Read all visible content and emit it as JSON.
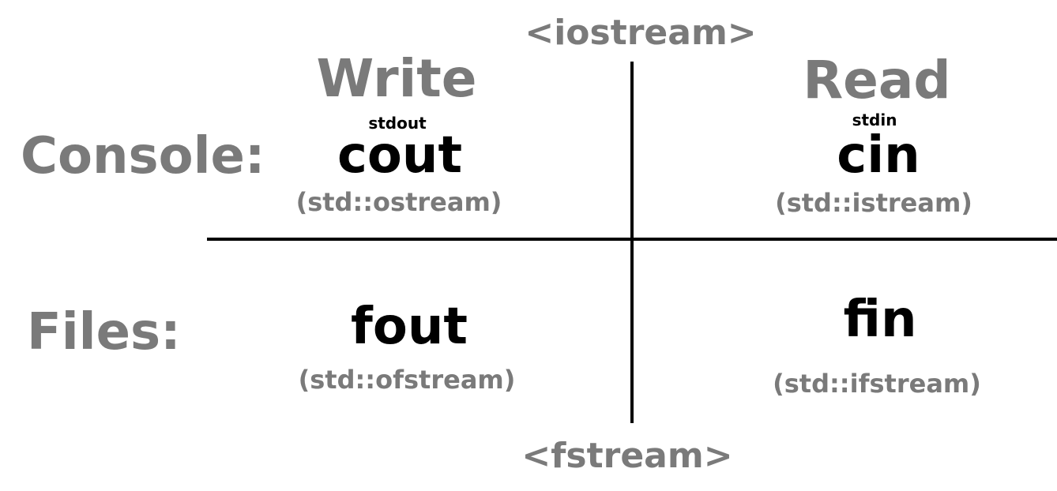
{
  "headers": {
    "top": "<iostream>",
    "bottom": "<fstream>"
  },
  "columns": {
    "write": "Write",
    "read": "Read"
  },
  "rows": {
    "console": "Console:",
    "files": "Files:"
  },
  "cells": {
    "console_write": {
      "label": "stdout",
      "object": "cout",
      "type": "(std::ostream)"
    },
    "console_read": {
      "label": "stdin",
      "object": "cin",
      "type": "(std::istream)"
    },
    "files_write": {
      "object": "fout",
      "type": "(std::ofstream)"
    },
    "files_read": {
      "object": "fin",
      "type": "(std::ifstream)"
    }
  },
  "colors": {
    "heading": "#7a7a7a",
    "object": "#000000",
    "divider": "#000000"
  }
}
